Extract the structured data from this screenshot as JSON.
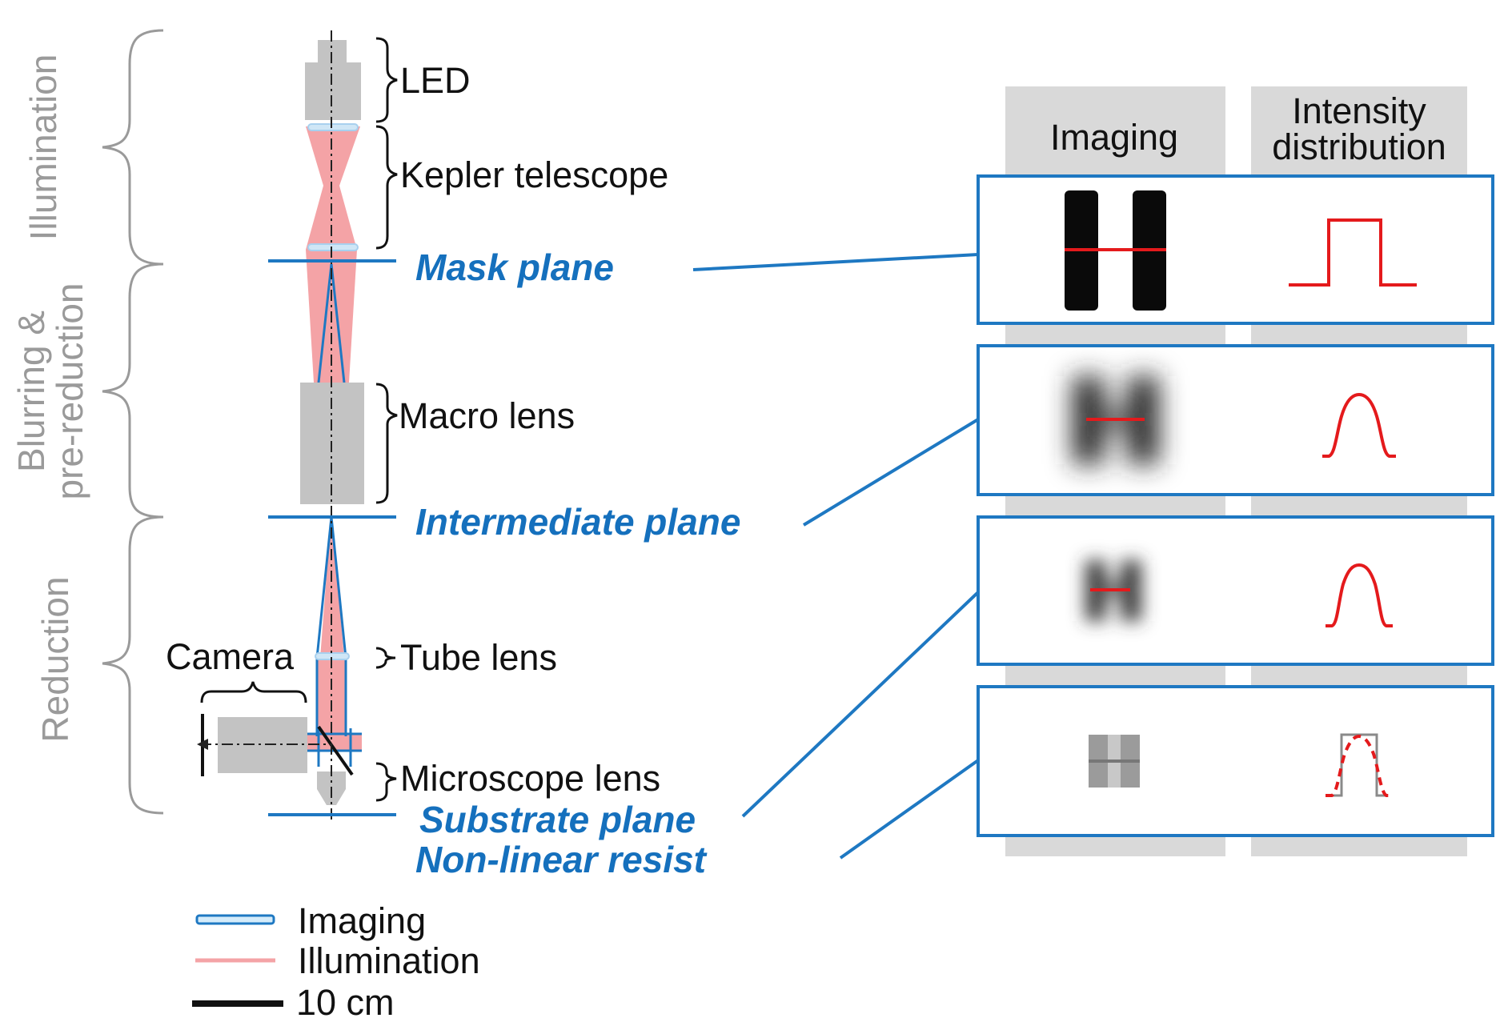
{
  "sections": {
    "illumination": "Illumination",
    "blurring_line1": "Blurring &",
    "blurring_line2": "pre-reduction",
    "reduction": "Reduction"
  },
  "components": {
    "led": "LED",
    "kepler": "Kepler telescope",
    "macro": "Macro lens",
    "tube": "Tube lens",
    "camera": "Camera",
    "microscope": "Microscope lens"
  },
  "planes": {
    "mask": "Mask plane",
    "intermediate": "Intermediate plane",
    "substrate": "Substrate plane",
    "resist": "Non-linear resist"
  },
  "columns": {
    "imaging": "Imaging",
    "intensity_line1": "Intensity",
    "intensity_line2": "distribution"
  },
  "legend": {
    "imaging": "Imaging",
    "illumination": "Illumination",
    "scale": "10 cm"
  },
  "colors": {
    "imaging_beam": "#1e78c2",
    "illumination_beam": "#f4a3a6",
    "plane_label": "#1570bd",
    "intensity_curve": "#e41a1c",
    "component_gray": "#c3c3c3",
    "section_label": "#9a9a9a"
  }
}
